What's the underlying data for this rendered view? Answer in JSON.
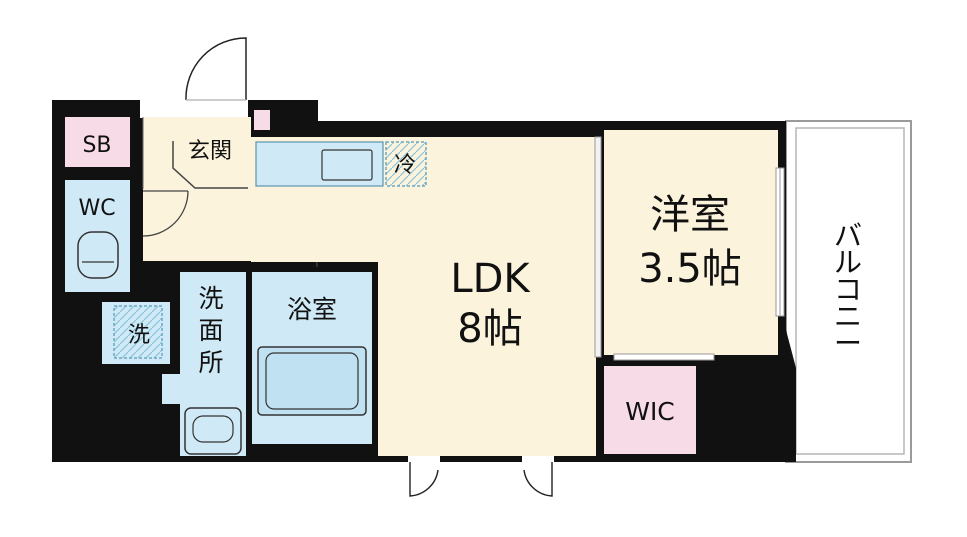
{
  "colors": {
    "wall": "#111111",
    "ldk_floor": "#fbf3dc",
    "wet_area": "#cfeaf6",
    "wet_area_dark": "#bfe1f1",
    "storage": "#f7dbe6",
    "balcony_line": "#9a9a9a",
    "hatch": "#8cc4dc"
  },
  "rooms": {
    "sb": "SB",
    "entrance": "玄関",
    "wc": "WC",
    "fridge": "冷",
    "washer": "洗",
    "washroom": [
      "洗",
      "面",
      "所"
    ],
    "bath": "浴室",
    "ldk_name": "LDK",
    "ldk_size": "8帖",
    "western_name": "洋室",
    "western_size": "3.5帖",
    "wic": "WIC",
    "balcony": [
      "バ",
      "ル",
      "コ",
      "ニ",
      "ー"
    ]
  }
}
